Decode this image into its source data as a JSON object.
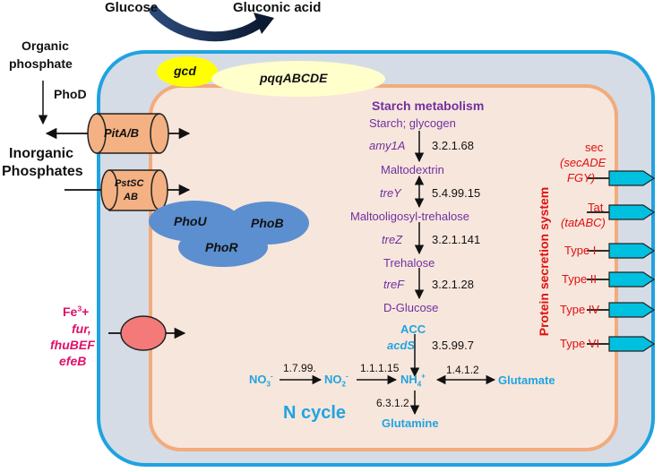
{
  "top": {
    "glucose": "Glucose",
    "gluconic_acid": "Gluconic acid",
    "gcd": "gcd",
    "pqq": "pqqABCDE"
  },
  "phosphate": {
    "organic_line1": "Organic",
    "organic_line2": "phosphate",
    "phod": "PhoD",
    "inorganic_line1": "Inorganic",
    "inorganic_line2": "Phosphates",
    "pita": "PitA/B",
    "pstsc_line1": "PstSC",
    "pstsc_line2": "AB",
    "phou": "PhoU",
    "phob": "PhoB",
    "phor": "PhoR"
  },
  "iron": {
    "fe_base": "Fe",
    "fe_sup": "3",
    "fe_plus": "+",
    "fur": "fur,",
    "fhubef": "fhuBEF",
    "efeb": "efeB"
  },
  "starch": {
    "title": "Starch metabolism",
    "starch_glycogen": "Starch; glycogen",
    "amy1a_gene": "amy1A",
    "amy1a_ec": "3.2.1.68",
    "maltodextrin": "Maltodextrin",
    "trey_gene": "treY",
    "trey_ec": "5.4.99.15",
    "maltooligosyl": "Maltooligosyl-trehalose",
    "trez_gene": "treZ",
    "trez_ec": "3.2.1.141",
    "trehalose": "Trehalose",
    "tref_gene": "treF",
    "tref_ec": "3.2.1.28",
    "dglucose": "D-Glucose"
  },
  "ncycle": {
    "title": "N cycle",
    "acc": "ACC",
    "acds_gene": "acdS",
    "acds_ec": "3.5.99.7",
    "no3": "NO",
    "no3_sub": "3",
    "no3_sup": "-",
    "ec_1": "1.7.99.",
    "no2": "NO",
    "no2_sub": "2",
    "no2_sup": "-",
    "ec_2": "1.1.1.15",
    "nh4": "NH",
    "nh4_sub": "4",
    "nh4_sup": "+",
    "ec_3": "1.4.1.2",
    "glutamate": "Glutamate",
    "ec_4": "6.3.1.2",
    "glutamine": "Glutamine"
  },
  "secretion": {
    "system_label": "Protein secretion system",
    "sec_line1": "sec",
    "sec_line2": "(secADE",
    "sec_line3": "FGY)",
    "tat_line1": "Tat",
    "tat_line2": "(tatABC)",
    "type1": "Type I",
    "type2": "Type II",
    "type4": "Type IV",
    "type6": "Type VI"
  },
  "colors": {
    "outer_fill": "#d6dce6",
    "outer_stroke": "#1fa3e0",
    "inner_fill": "#f7e6dc",
    "inner_stroke": "#f2ab7c",
    "transporter": "#f4b183",
    "pho": "#5b8fd0",
    "gcd": "#ffff00",
    "pqq": "#ffffcc",
    "iron": "#f47a7a",
    "secretion": "#00c0e0"
  }
}
